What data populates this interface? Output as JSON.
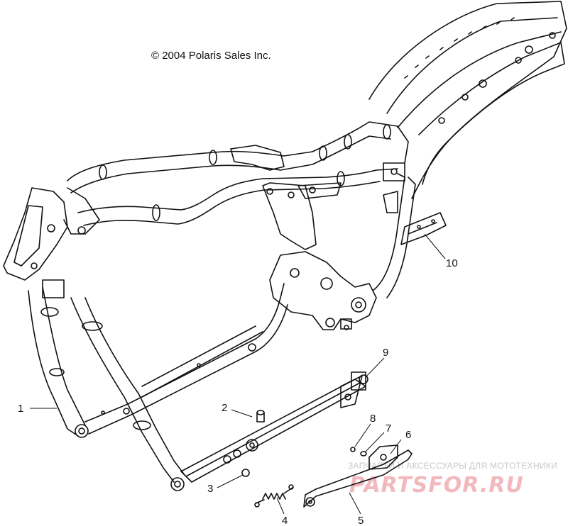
{
  "copyright": "© 2004 Polaris Sales Inc.",
  "callouts": [
    {
      "id": "1",
      "label": "1"
    },
    {
      "id": "2",
      "label": "2"
    },
    {
      "id": "3",
      "label": "3"
    },
    {
      "id": "4",
      "label": "4"
    },
    {
      "id": "5",
      "label": "5"
    },
    {
      "id": "6",
      "label": "6"
    },
    {
      "id": "7",
      "label": "7"
    },
    {
      "id": "8",
      "label": "8"
    },
    {
      "id": "9",
      "label": "9"
    },
    {
      "id": "10",
      "label": "10"
    }
  ],
  "watermark": {
    "tagline": "ЗАПЧАСТИ И АКСЕССУАРЫ ДЛЯ МОТОТЕХНИКИ",
    "logo_text": "PARTSFOR.RU",
    "logo_color": "#f2b9bd"
  }
}
